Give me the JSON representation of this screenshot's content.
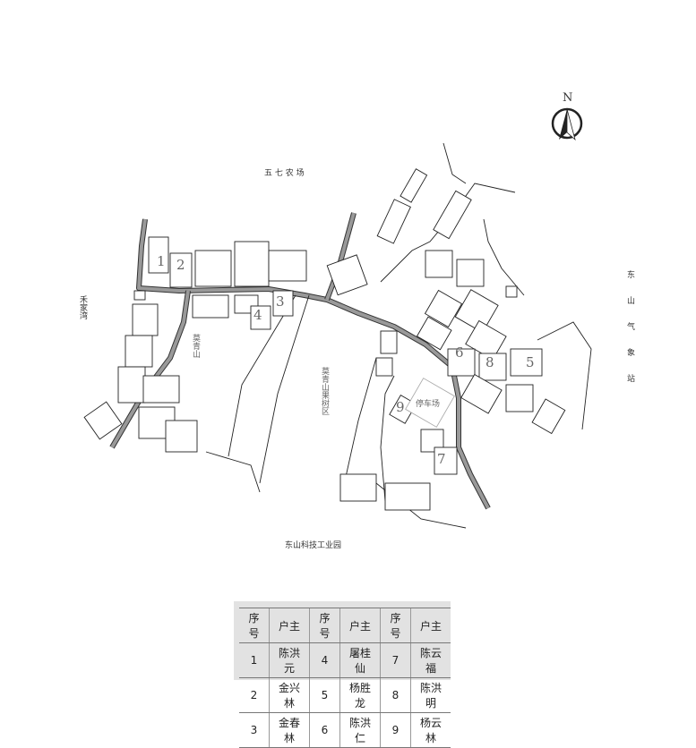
{
  "map": {
    "north_label": "N",
    "area_labels": {
      "top": "五 七 农 场",
      "left": "禾家湾",
      "right": "东山气象站",
      "bottom": "东山科技工业园",
      "hill": "莫青山",
      "orchard": "莫青山果树区",
      "parking": "停车场"
    },
    "house_numbers": [
      "1",
      "2",
      "3",
      "4",
      "5",
      "6",
      "7",
      "8",
      "9"
    ]
  },
  "legend": {
    "headers": [
      "序号",
      "户主",
      "序号",
      "户主",
      "序号",
      "户主"
    ],
    "rows": [
      [
        "1",
        "陈洪元",
        "4",
        "屠桂仙",
        "7",
        "陈云福"
      ],
      [
        "2",
        "金兴林",
        "5",
        "杨胜龙",
        "8",
        "陈洪明"
      ],
      [
        "3",
        "金春林",
        "6",
        "陈洪仁",
        "9",
        "杨云林"
      ]
    ]
  }
}
